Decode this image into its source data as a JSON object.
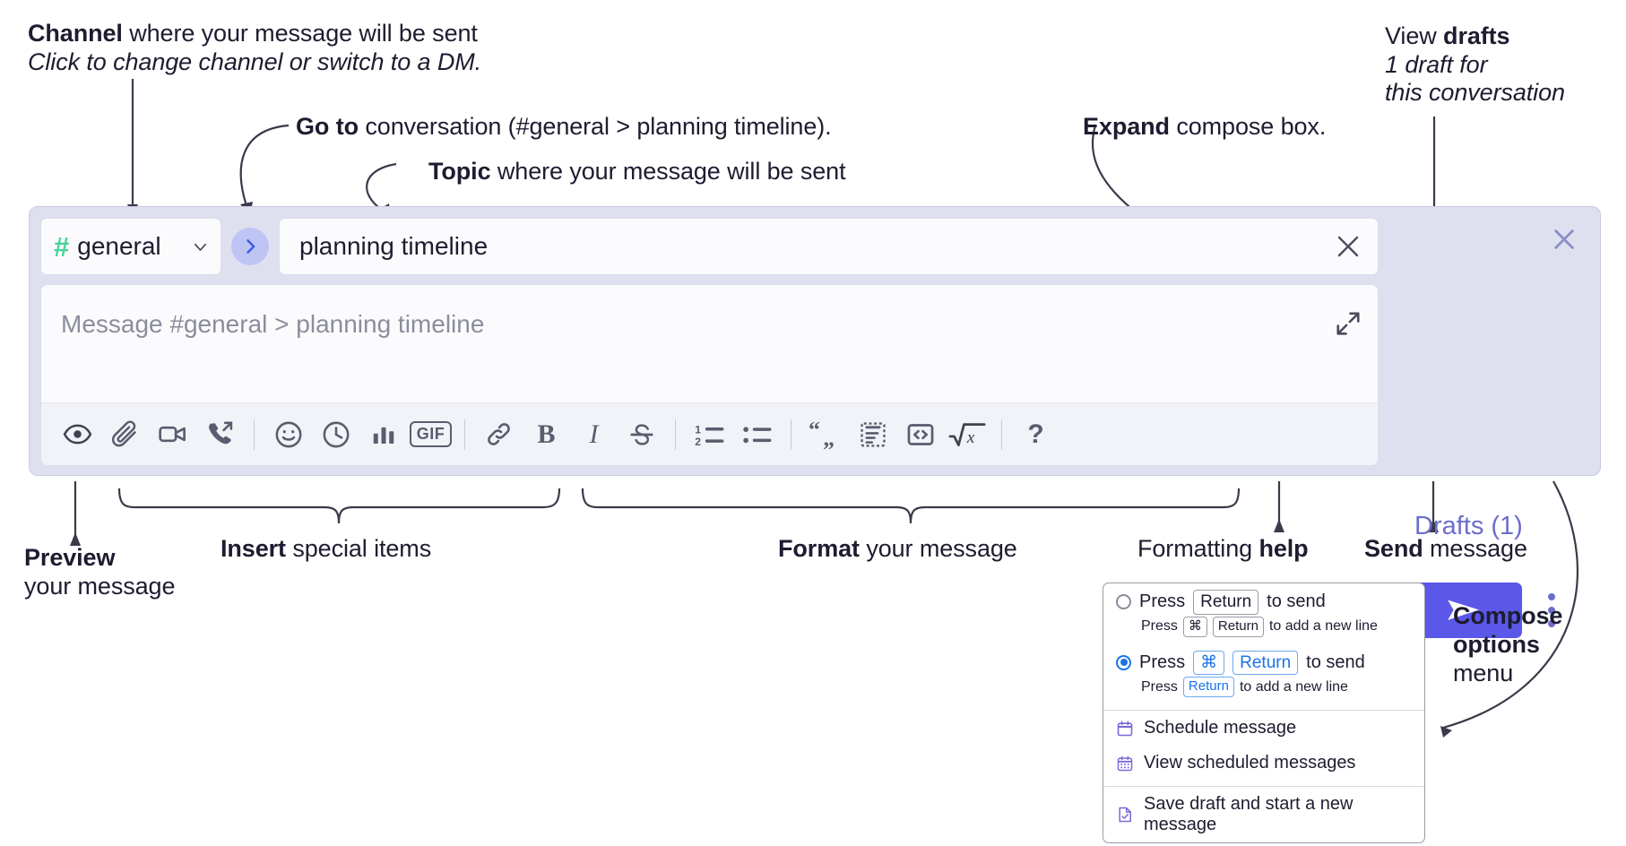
{
  "annotations": {
    "channel": {
      "bold": "Channel",
      "rest": " where your message will be sent",
      "italic": "Click to change channel or switch to a DM."
    },
    "goto": {
      "bold": "Go to",
      "rest": " conversation (#general > planning timeline)."
    },
    "topic": {
      "bold": "Topic",
      "rest": " where your message will be sent"
    },
    "expand": {
      "bold": "Expand",
      "rest": " compose box."
    },
    "drafts": {
      "prefix": "View ",
      "bold": "drafts",
      "italic_line1": "1 draft for",
      "italic_line2": "this conversation"
    },
    "preview": {
      "bold": "Preview",
      "line2": "your message"
    },
    "insert": {
      "bold": "Insert",
      "rest": " special items"
    },
    "format": {
      "bold": "Format",
      "rest": " your message"
    },
    "help": {
      "prefix": "Formatting ",
      "bold": "help"
    },
    "send": {
      "bold": "Send",
      "rest": " message"
    },
    "compose_options": {
      "line1": "Compose",
      "line2": "options",
      "line3": "menu"
    }
  },
  "compose": {
    "channel": {
      "hash": "#",
      "name": "general"
    },
    "topic": {
      "value": "planning timeline"
    },
    "message": {
      "placeholder": "Message #general > planning timeline"
    },
    "drafts_label": "Drafts (1)",
    "toolbar": [
      {
        "name": "preview-icon",
        "label": "Preview"
      },
      {
        "name": "attachment-icon",
        "label": "Attach file"
      },
      {
        "name": "video-icon",
        "label": "Record video clip"
      },
      {
        "name": "audio-call-icon",
        "label": "Record audio clip"
      },
      {
        "name": "separator",
        "label": ""
      },
      {
        "name": "emoji-icon",
        "label": "Emoji"
      },
      {
        "name": "clock-icon",
        "label": "Reminder"
      },
      {
        "name": "poll-icon",
        "label": "Poll"
      },
      {
        "name": "gif-icon",
        "label": "GIF"
      },
      {
        "name": "separator",
        "label": ""
      },
      {
        "name": "link-icon",
        "label": "Link"
      },
      {
        "name": "bold-icon",
        "label": "B"
      },
      {
        "name": "italic-icon",
        "label": "I"
      },
      {
        "name": "strikethrough-icon",
        "label": "Strikethrough"
      },
      {
        "name": "separator",
        "label": ""
      },
      {
        "name": "ordered-list-icon",
        "label": "Ordered list"
      },
      {
        "name": "bulleted-list-icon",
        "label": "Bulleted list"
      },
      {
        "name": "separator",
        "label": ""
      },
      {
        "name": "blockquote-icon",
        "label": "Blockquote"
      },
      {
        "name": "code-block-icon",
        "label": "Code block"
      },
      {
        "name": "inline-code-icon",
        "label": "Code"
      },
      {
        "name": "math-icon",
        "label": "Math"
      },
      {
        "name": "separator",
        "label": ""
      },
      {
        "name": "formatting-help-icon",
        "label": "?"
      }
    ]
  },
  "popup": {
    "options": [
      {
        "selected": false,
        "main_pre": "Press",
        "main_key": "Return",
        "main_post": "to send",
        "sub_pre": "Press",
        "sub_key1": "⌘",
        "sub_key2": "Return",
        "sub_post": "to add a new line"
      },
      {
        "selected": true,
        "main_pre": "Press",
        "main_key1": "⌘",
        "main_key2": "Return",
        "main_post": "to send",
        "sub_pre": "Press",
        "sub_key": "Return",
        "sub_post": "to add a new line"
      }
    ],
    "menu_items": [
      {
        "icon": "calendar-schedule-icon",
        "label": "Schedule message"
      },
      {
        "icon": "calendar-view-icon",
        "label": "View scheduled messages"
      },
      {
        "icon": "save-draft-icon",
        "label": "Save draft and start a new message"
      }
    ]
  },
  "colors": {
    "accent_purple": "#5b57e8",
    "drafts_link": "#6b6ec9",
    "hash_green": "#4ad19a",
    "goto_bg": "#bec5f5",
    "panel_bg": "#dfe0ef",
    "radio_blue": "#1a73e8",
    "menu_icon": "#7b68d6"
  }
}
